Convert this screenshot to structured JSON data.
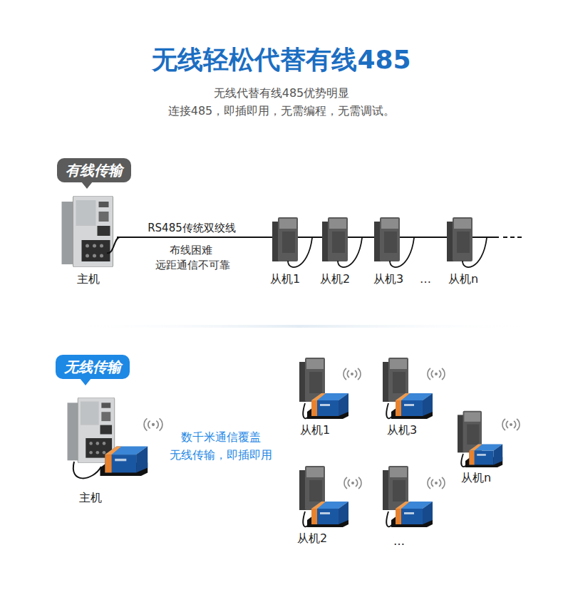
{
  "diagram": {
    "title": "无线轻松代替有线485",
    "nodes": [
      {
        "text": [
          "有线传输"
        ]
      },
      {
        "text": [
          "主机"
        ]
      },
      {
        "text": [
          "从机1"
        ]
      },
      {
        "text": [
          "从机2"
        ]
      },
      {
        "text": [
          "从机3"
        ]
      },
      {
        "text": [
          "从机n"
        ]
      },
      {
        "text": [
          "无线传输"
        ]
      },
      {
        "text": [
          "主机"
        ]
      },
      {
        "text": [
          "从机1"
        ]
      },
      {
        "text": [
          "从机3"
        ]
      },
      {
        "text": [
          "从机n"
        ]
      },
      {
        "text": [
          "从机2"
        ]
      },
      {
        "text": [
          "…"
        ]
      }
    ],
    "edges": [
      {
        "from": 1,
        "to": 2,
        "arrow": "none",
        "label": "RS485传统双绞线"
      },
      {
        "from": 2,
        "to": 3,
        "arrow": "none"
      },
      {
        "from": 3,
        "to": 4,
        "arrow": "none"
      },
      {
        "from": 4,
        "to": 5,
        "arrow": "none"
      }
    ],
    "labels": [
      "无线代替有线485优势明显",
      "连接485，即插即用，无需编程，无需调试。",
      "布线困难",
      "远距通信不可靠",
      "…",
      "数千米通信覆盖",
      "无线传输，即插即用"
    ]
  }
}
